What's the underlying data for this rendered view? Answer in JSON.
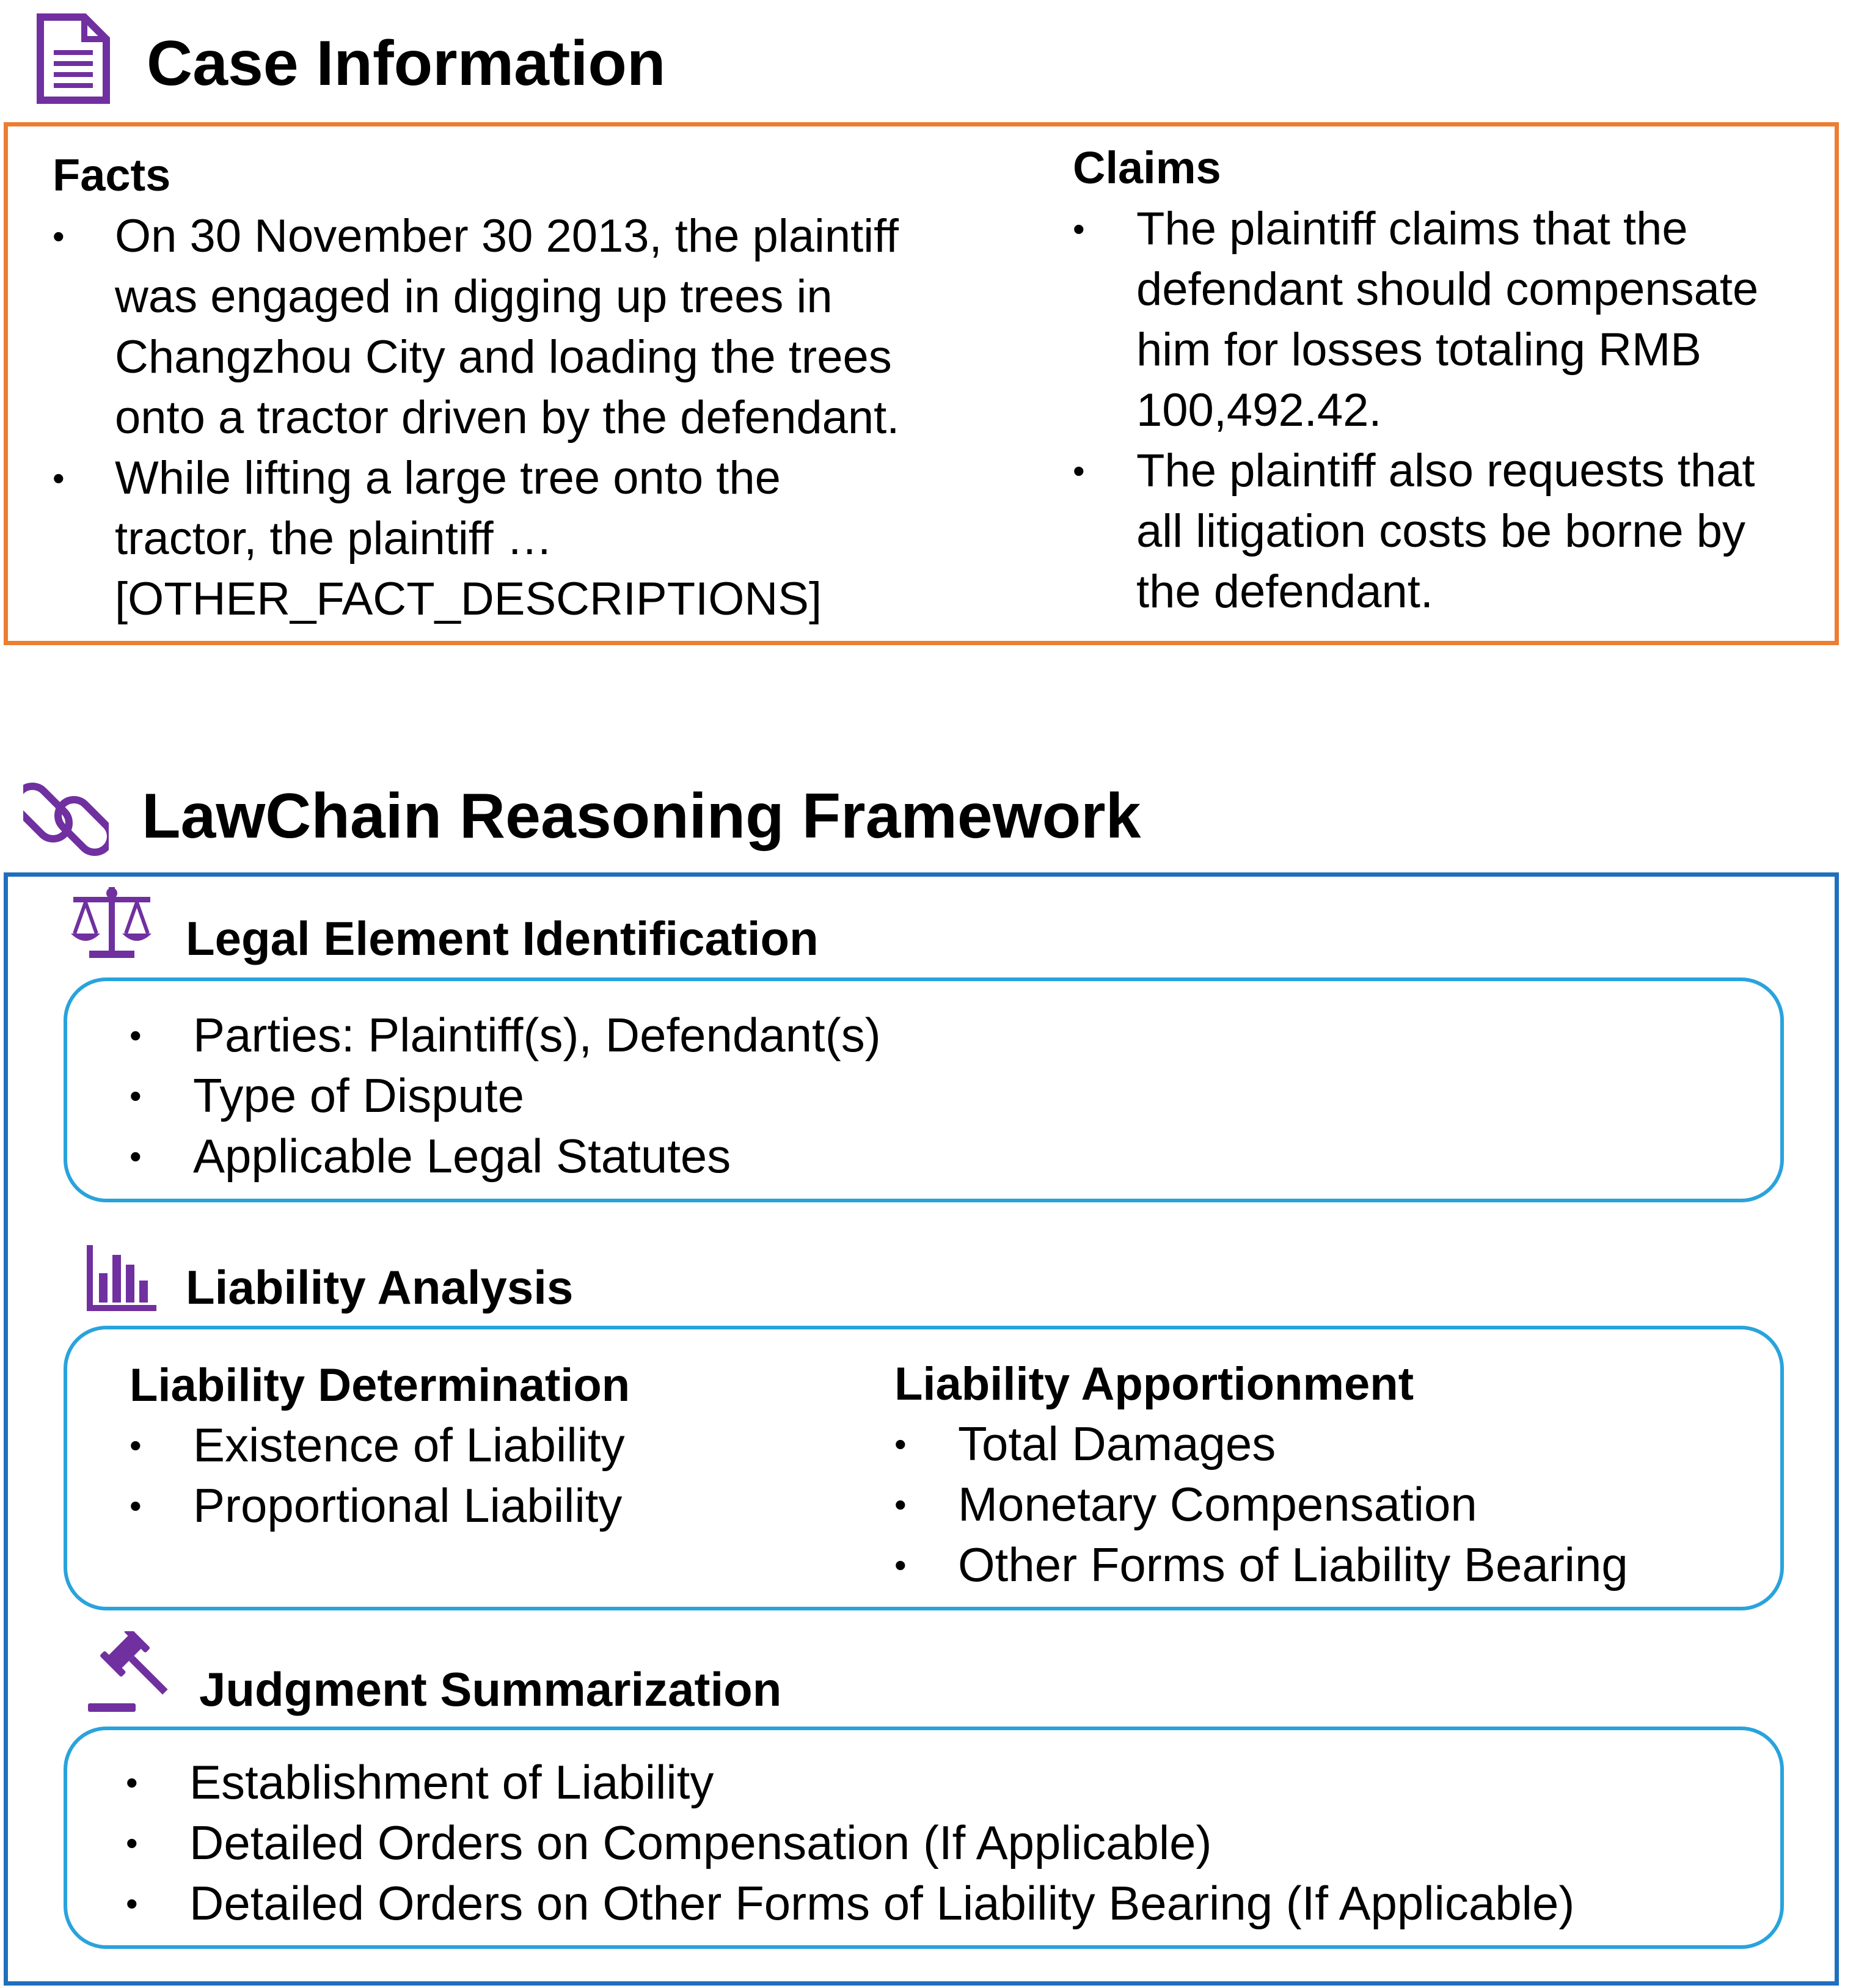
{
  "colors": {
    "accent_purple": "#7030a0",
    "case_border": "#ed7d31",
    "framework_border": "#1f6fbf",
    "inner_box_border": "#29a3dc"
  },
  "case_information": {
    "icon": "document-icon",
    "title": "Case Information",
    "facts": {
      "heading": "Facts",
      "bullets": [
        {
          "lines": [
            "On 30 November 30 2013, the plaintiff",
            "was engaged in digging up trees in",
            "Changzhou City and loading the trees",
            "onto a tractor driven by the defendant."
          ]
        },
        {
          "lines": [
            "While lifting a large tree onto the",
            "tractor, the plaintiff …",
            "[OTHER_FACT_DESCRIPTIONS]"
          ]
        }
      ]
    },
    "claims": {
      "heading": "Claims",
      "bullets": [
        {
          "lines": [
            "The plaintiff claims that the",
            "defendant should compensate",
            "him for losses totaling RMB",
            "100,492.42."
          ]
        },
        {
          "lines": [
            "The plaintiff also requests that",
            "all litigation costs be borne by",
            "the defendant."
          ]
        }
      ]
    }
  },
  "framework": {
    "icon": "chain-link-icon",
    "title": "LawChain Reasoning Framework",
    "legal_element": {
      "icon": "scales-icon",
      "title": "Legal Element Identification",
      "items": [
        "Parties: Plaintiff(s), Defendant(s)",
        "Type of Dispute",
        "Applicable Legal Statutes"
      ]
    },
    "liability": {
      "icon": "bar-chart-icon",
      "title": "Liability Analysis",
      "determination": {
        "heading": "Liability Determination",
        "items": [
          "Existence of Liability",
          "Proportional Liability"
        ]
      },
      "apportionment": {
        "heading": "Liability Apportionment",
        "items": [
          "Total Damages",
          "Monetary Compensation",
          "Other Forms of Liability Bearing"
        ]
      }
    },
    "judgment": {
      "icon": "gavel-icon",
      "title": "Judgment Summarization",
      "items": [
        "Establishment of Liability",
        "Detailed Orders on Compensation (If Applicable)",
        "Detailed Orders on Other Forms of Liability Bearing (If Applicable)"
      ]
    }
  }
}
